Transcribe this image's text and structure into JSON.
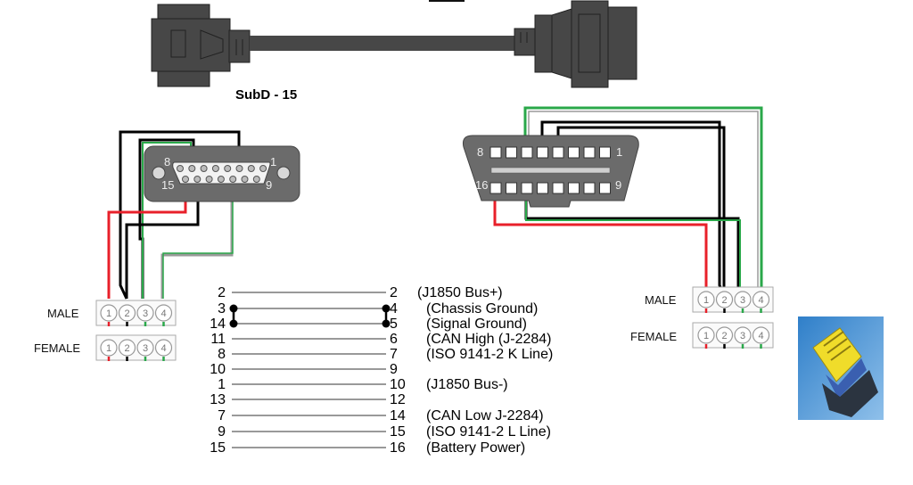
{
  "diagram": {
    "cable_label": "SubD - 15",
    "subd15": {
      "name": "SubD-15 connector",
      "corner_labels": {
        "top_left": "8",
        "top_right": "1",
        "bottom_left": "15",
        "bottom_right": "9"
      }
    },
    "obd2": {
      "name": "OBD-II connector",
      "corner_labels": {
        "top_left": "8",
        "top_right": "1",
        "bottom_left": "16",
        "bottom_right": "9"
      }
    },
    "left_plugs": {
      "male_label": "MALE",
      "female_label": "FEMALE",
      "pins": [
        "1",
        "2",
        "3",
        "4"
      ]
    },
    "right_plugs": {
      "male_label": "MALE",
      "female_label": "FEMALE",
      "pins": [
        "1",
        "2",
        "3",
        "4"
      ]
    },
    "wire_colors": {
      "red": "#e8202a",
      "black": "#000000",
      "green": "#2aa84a",
      "gray": "#9a9a9a"
    },
    "pinout": [
      {
        "subd": "2",
        "obd": "2",
        "signal": "(J1850 Bus+)"
      },
      {
        "subd": "3",
        "obd": "4",
        "signal": "(Chassis Ground)"
      },
      {
        "subd": "14",
        "obd": "5",
        "signal": "(Signal Ground)"
      },
      {
        "subd": "11",
        "obd": "6",
        "signal": "(CAN High (J-2284)"
      },
      {
        "subd": "8",
        "obd": "7",
        "signal": "(ISO 9141-2 K Line)"
      },
      {
        "subd": "10",
        "obd": "9",
        "signal": ""
      },
      {
        "subd": "1",
        "obd": "10",
        "signal": "(J1850 Bus-)"
      },
      {
        "subd": "13",
        "obd": "12",
        "signal": ""
      },
      {
        "subd": "7",
        "obd": "14",
        "signal": "(CAN Low J-2284)"
      },
      {
        "subd": "9",
        "obd": "15",
        "signal": "(ISO 9141-2 L Line)"
      },
      {
        "subd": "15",
        "obd": "16",
        "signal": "(Battery Power)"
      }
    ],
    "photo": {
      "name": "yellow 4-pin connector photo"
    }
  }
}
